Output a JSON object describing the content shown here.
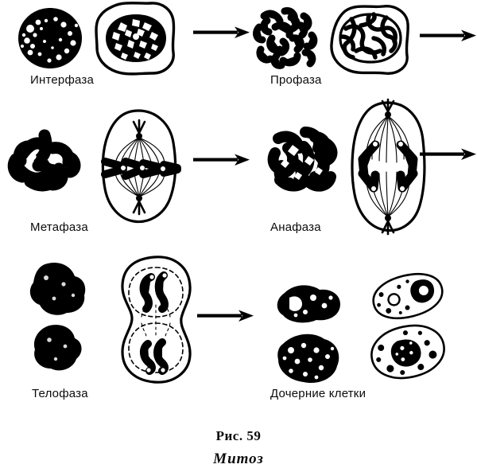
{
  "figure": {
    "caption_number": "Рис. 59",
    "caption_title": "Митоз",
    "ink_color": "#000000",
    "background_color": "#ffffff"
  },
  "stages": [
    {
      "id": "interphase",
      "label": "Интерфаза",
      "row": 1,
      "column": 1,
      "chromatin_icon": "speckled-round-chromatin-mass",
      "cell_icon": "irregular-cell-with-reticulate-nucleus",
      "has_outgoing_arrow": true
    },
    {
      "id": "prophase",
      "label": "Профаза",
      "row": 1,
      "column": 2,
      "chromatin_icon": "condensed-branching-chromatin-mass",
      "cell_icon": "irregular-cell-with-coiled-chromosome-threads",
      "has_outgoing_arrow": true
    },
    {
      "id": "metaphase",
      "label": "Метафаза",
      "row": 2,
      "column": 1,
      "chromatin_icon": "clumped-chromosome-mass",
      "cell_icon": "spindle-cell-chromosomes-at-equator",
      "has_outgoing_arrow": true
    },
    {
      "id": "anaphase",
      "label": "Анафаза",
      "row": 2,
      "column": 2,
      "chromatin_icon": "scattered-rod-chromosome-mass",
      "cell_icon": "spindle-cell-v-chromosomes-migrating",
      "has_outgoing_arrow": true
    },
    {
      "id": "telophase",
      "label": "Телофаза",
      "row": 3,
      "column": 1,
      "chromatin_icon": "two-separated-chromatin-masses",
      "cell_icon": "dumbbell-cell-two-reforming-nuclei",
      "has_outgoing_arrow": true
    },
    {
      "id": "daughter-cells",
      "label": "Дочерние клетки",
      "row": 3,
      "column": 2,
      "chromatin_icon": "two-daughter-chromatin-masses",
      "cell_icon": "two-daughter-cells-with-nuclei",
      "has_outgoing_arrow": false
    }
  ],
  "arrows": [
    {
      "id": "arrow-interphase-to-prophase",
      "direction": "right"
    },
    {
      "id": "arrow-prophase-to-metaphase",
      "direction": "right"
    },
    {
      "id": "arrow-metaphase-to-anaphase",
      "direction": "right"
    },
    {
      "id": "arrow-anaphase-to-telophase",
      "direction": "right"
    },
    {
      "id": "arrow-telophase-to-daughter-cells",
      "direction": "right"
    }
  ]
}
